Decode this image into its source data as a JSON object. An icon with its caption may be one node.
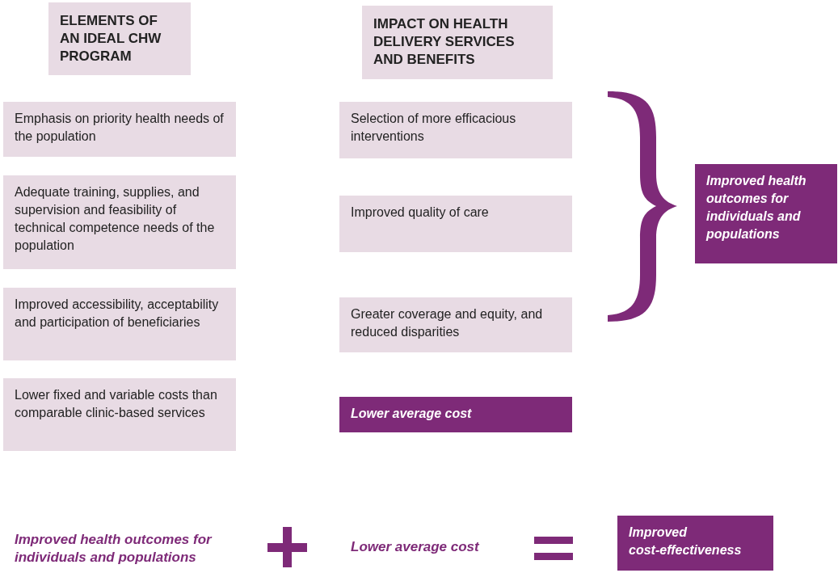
{
  "diagram": {
    "nodes": [
      {
        "text": [
          "ELEMENTS OF AN IDEAL CHW PROGRAM"
        ]
      },
      {
        "text": [
          "IMPACT ON HEALTH DELIVERY SERVICES AND BENEFITS"
        ]
      },
      {
        "text": [
          "Emphasis on priority health needs of the population"
        ]
      },
      {
        "text": [
          "Adequate training, supplies, and supervision and feasibility of technical competence needs of the population"
        ]
      },
      {
        "text": [
          "Improved accessibility, acceptability and participation of beneficiaries"
        ]
      },
      {
        "text": [
          "Lower fixed and variable costs than comparable clinic-based services"
        ]
      },
      {
        "text": [
          "Selection of more efficacious interventions"
        ]
      },
      {
        "text": [
          "Improved quality of care"
        ]
      },
      {
        "text": [
          "Greater coverage and equity, and reduced disparities"
        ]
      },
      {
        "text": [
          "Lower average cost"
        ]
      },
      {
        "text": [
          "Improved health outcomes for individuals and populations"
        ]
      },
      {
        "text": [
          "Improved cost-effectiveness"
        ]
      }
    ],
    "labels": [
      "Improved health outcomes for individuals and populations",
      "Lower average cost"
    ]
  }
}
